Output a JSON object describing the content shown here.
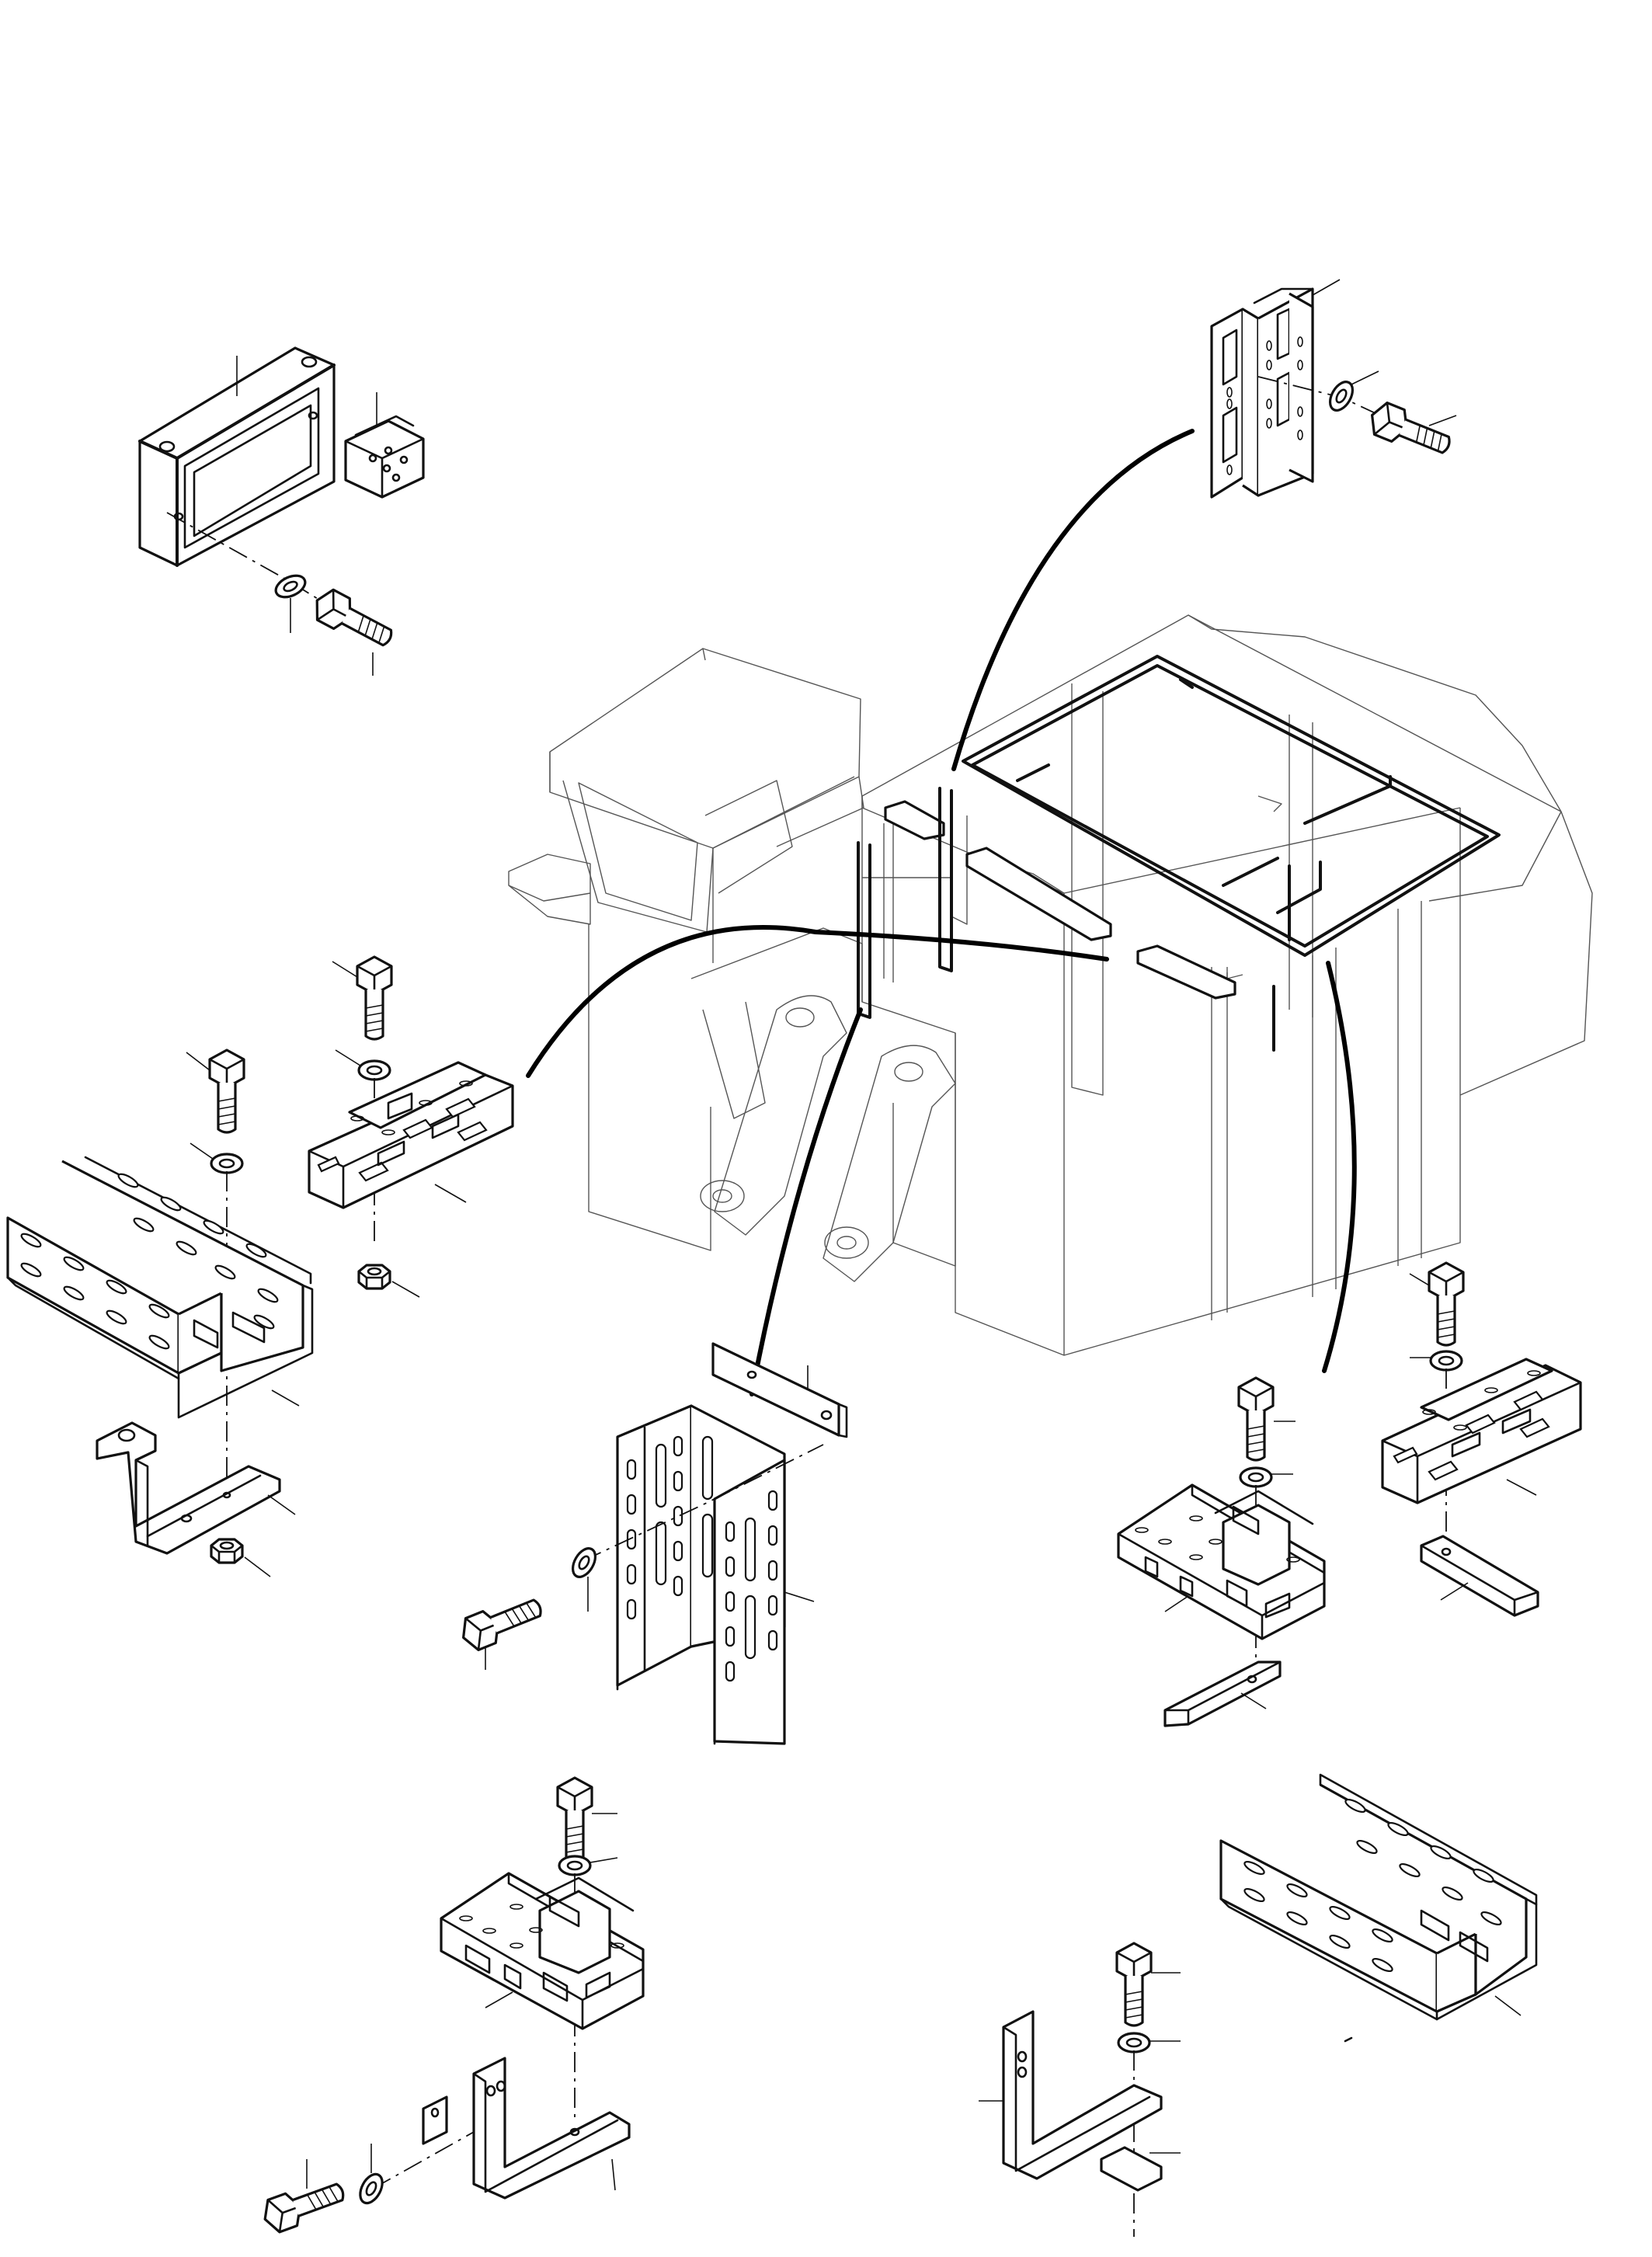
{
  "figure": {
    "description_visible_text": "",
    "drawing_style": "exploded isometric line drawing",
    "stroke_color": "#111111",
    "background_color": "#ffffff",
    "ghost_color": "#555555"
  },
  "components": [
    "cable-gland-frame",
    "cable-gland-insert",
    "vertical-cable-rack-top",
    "cable-tray-left",
    "cable-tray-bracket-left",
    "cable-tray-upper-left",
    "vertical-rack-center",
    "flat-plate-center",
    "cable-tray-right-upper",
    "cable-tray-right-mid",
    "cable-tray-bottom-center",
    "cable-tray-bottom-right",
    "machine-body"
  ]
}
